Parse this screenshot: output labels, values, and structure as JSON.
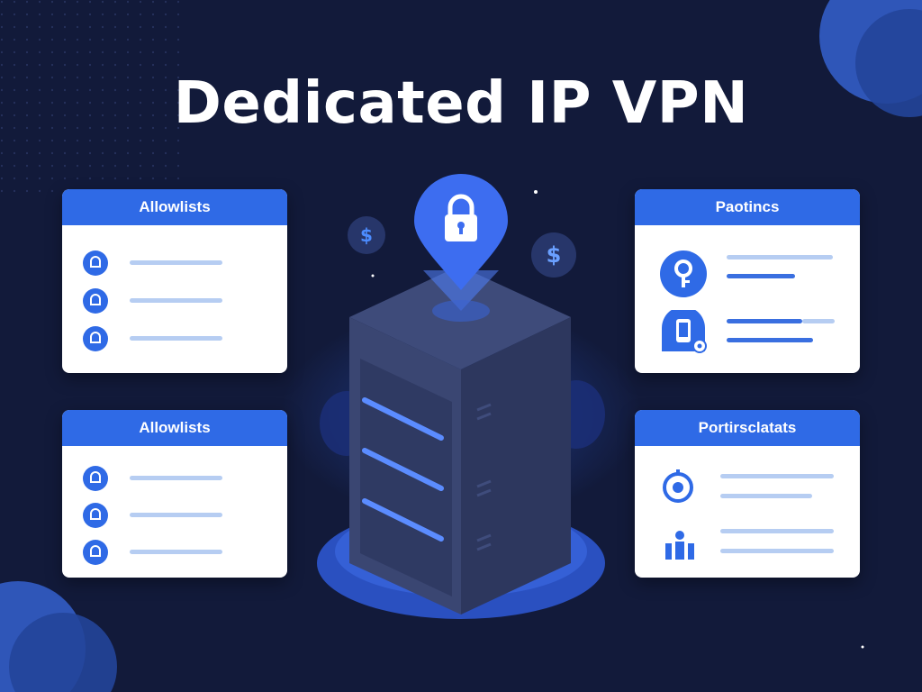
{
  "title": "Dedicated IP VPN",
  "cards": {
    "top_left": {
      "header": "Allowlists"
    },
    "bottom_left": {
      "header": "Allowlists"
    },
    "top_right": {
      "header": "Paotincs"
    },
    "bottom_right": {
      "header": "Portirsclatats"
    }
  },
  "coins": [
    "$",
    "$"
  ],
  "colors": {
    "background": "#121a3a",
    "accent": "#2f6ae6",
    "line_light": "#b6cdf2",
    "server_body": "#3a4672"
  },
  "icons": {
    "left_rows": "shield-icon",
    "top_right": [
      "key-icon",
      "phone-lock-icon"
    ],
    "bottom_right": [
      "target-icon",
      "users-icon"
    ],
    "server": "lock-icon"
  }
}
